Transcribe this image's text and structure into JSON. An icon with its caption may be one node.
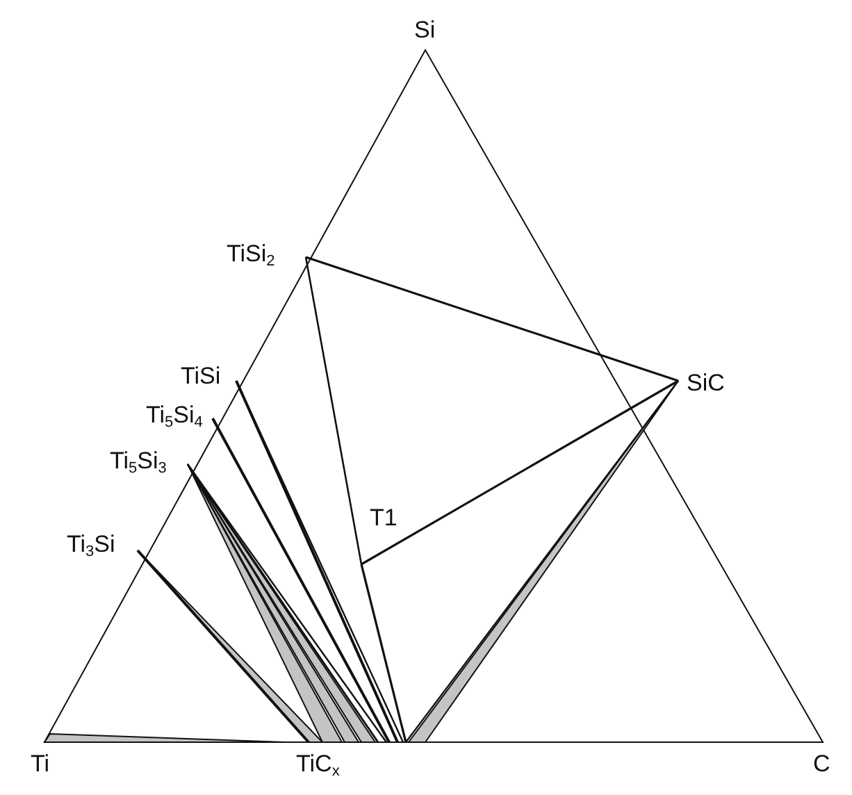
{
  "diagram": {
    "labels": [
      "Si",
      "TiSi$_{2}$",
      "TiSi",
      "SiC",
      "Ti$_{5}$Si$_{4}$",
      "Ti$_{5}$Si$_{3}$",
      "T1",
      "Ti$_{3}$Si",
      "Ti",
      "TiC$_{x}$",
      "C"
    ]
  }
}
